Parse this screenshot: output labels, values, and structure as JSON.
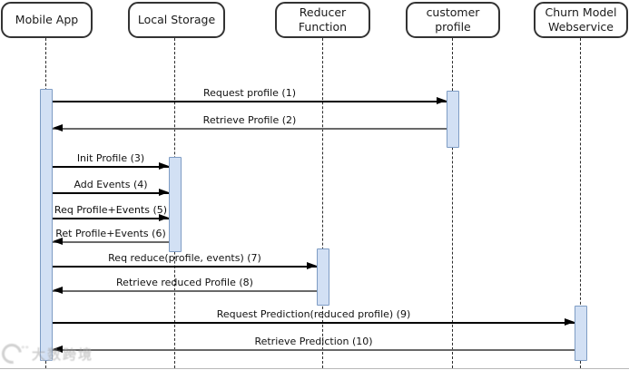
{
  "diagram_type": "uml-sequence-diagram",
  "actors": [
    {
      "id": "mobile-app",
      "label": "Mobile App"
    },
    {
      "id": "local-storage",
      "label": "Local Storage"
    },
    {
      "id": "reducer-function",
      "label": "Reducer\nFunction"
    },
    {
      "id": "customer-profile",
      "label": "customer\nprofile"
    },
    {
      "id": "churn-model-webservice",
      "label": "Churn Model\nWebservice"
    }
  ],
  "messages": [
    {
      "label": "Request profile (1)",
      "from": "Mobile App",
      "to": "customer profile",
      "type": "request"
    },
    {
      "label": "Retrieve Profile (2)",
      "from": "customer profile",
      "to": "Mobile App",
      "type": "return"
    },
    {
      "label": "Init Profile (3)",
      "from": "Mobile App",
      "to": "Local Storage",
      "type": "request"
    },
    {
      "label": "Add Events (4)",
      "from": "Mobile App",
      "to": "Local Storage",
      "type": "request"
    },
    {
      "label": "Req Profile+Events (5)",
      "from": "Mobile App",
      "to": "Local Storage",
      "type": "request"
    },
    {
      "label": "Ret Profile+Events (6)",
      "from": "Local Storage",
      "to": "Mobile App",
      "type": "return"
    },
    {
      "label": "Req reduce(profile, events) (7)",
      "from": "Mobile App",
      "to": "Reducer Function",
      "type": "request"
    },
    {
      "label": "Retrieve reduced Profile (8)",
      "from": "Reducer Function",
      "to": "Mobile App",
      "type": "return"
    },
    {
      "label": "Request Prediction(reduced profile) (9)",
      "from": "Mobile App",
      "to": "Churn Model Webservice",
      "type": "request"
    },
    {
      "label": "Retrieve Prediction (10)",
      "from": "Churn Model Webservice",
      "to": "Mobile App",
      "type": "return"
    }
  ],
  "colors": {
    "background": "#ffffff",
    "actor_border": "#333333",
    "activation_fill": "#d2e0f4",
    "activation_border": "#7e9cc4",
    "request_line": "#000000",
    "return_line": "#696969"
  },
  "watermark": {
    "text": "大数跨境"
  }
}
